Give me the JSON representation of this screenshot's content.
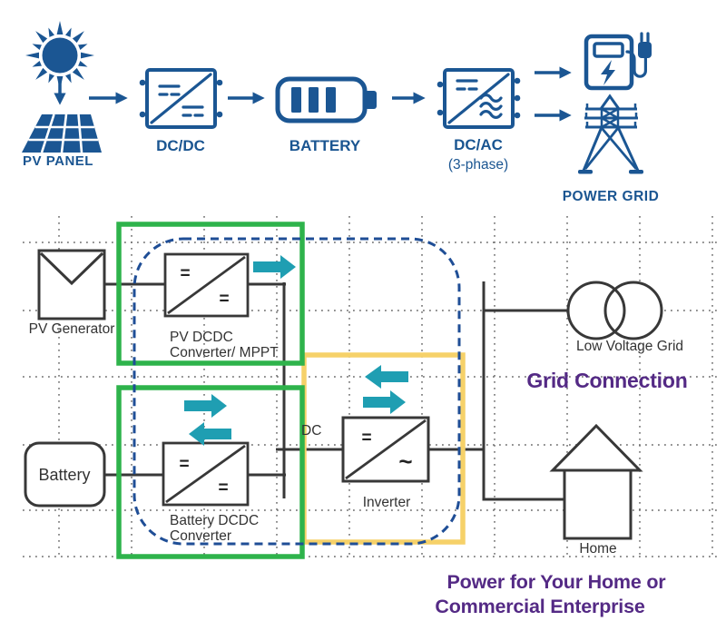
{
  "colors": {
    "icon_blue": "#1b5693",
    "label_blue": "#1a5591",
    "wire": "#383838",
    "grid_dot": "#6a6a6a",
    "green": "#2eb34b",
    "yellow": "#f6d169",
    "navy": "#1f4e96",
    "teal": "#1f9eb2",
    "purple": "#542a85"
  },
  "symbols": {
    "dc": "=",
    "ac": "~"
  },
  "top_flow": {
    "pv_panel": "PV PANEL",
    "dc_dc": "DC/DC",
    "battery": "BATTERY",
    "dc_ac": "DC/AC",
    "dc_ac_phase": "(3-phase)",
    "power_grid": "POWER GRID"
  },
  "schematic": {
    "pv_generator": "PV Generator",
    "pv_converter_line1": "PV DCDC",
    "pv_converter_line2": "Converter/ MPPT",
    "battery": "Battery",
    "battery_converter_line1": "Battery DCDC",
    "battery_converter_line2": "Converter",
    "dc_bus": "DC",
    "inverter": "Inverter",
    "low_voltage_grid": "Low Voltage Grid",
    "home": "Home"
  },
  "annotations": {
    "grid_connection": "Grid Connection",
    "power_tagline_line1": "Power for Your Home or",
    "power_tagline_line2": "Commercial Enterprise"
  },
  "icons": {
    "sun-icon": "sun with radiating rays",
    "pv-panel-icon": "tilted solar panel cell grid",
    "dc-dc-converter-icon": "square with diagonal and DC symbols",
    "battery-icon": "battery body with three charge bars",
    "dc-ac-inverter-icon": "square with diagonal, DC symbol and AC waves",
    "ev-charger-icon": "EV charging station with lightning bolt and plug",
    "power-tower-icon": "transmission lattice tower",
    "transformer-icon": "two overlapping circles",
    "home-icon": "house outline"
  }
}
